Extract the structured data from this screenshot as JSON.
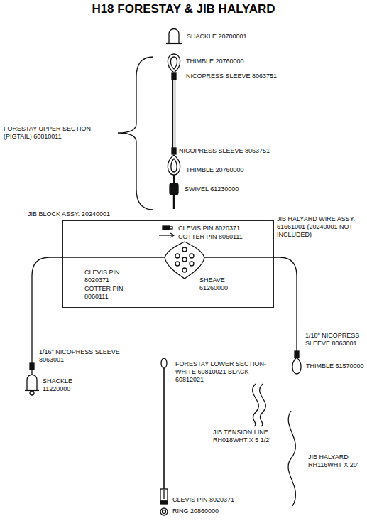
{
  "diagram": {
    "title": "H18 FORESTAY & JIB HALYARD",
    "nodes": [
      {
        "text": [
          "JIB BLOCK ASSY. 20240001",
          "CLEVIS PIN 8020371",
          "COTTER PIN 8060111",
          "CLEVIS PIN 8020371",
          "COTTER PIN 8060111",
          "SHEAVE 61260000"
        ]
      }
    ],
    "labels": [
      "SHACKLE 20700001",
      "THIMBLE 20760000",
      "NICOPRESS SLEEVE 8063751",
      "NICOPRESS SLEEVE 8063751",
      "THIMBLE 20760000",
      "SWIVEL 61230000",
      "FORESTAY UPPER SECTION (PIGTAIL) 60810011",
      "JIB HALYARD WIRE ASSY. 61661001 (20240001 NOT INCLUDED)",
      "1/18\" NICOPRESS SLEEVE 8063001",
      "THIMBLE 61570000",
      "1/16\" NICOPRESS SLEEVE 8063001",
      "SHACKLE 11220000",
      "FORESTAY LOWER SECTION- WHITE 60810021 BLACK 60812021",
      "JIB TENSION LINE RH018WHT X 5 1/2'",
      "JIB HALYARD RH116WHT X 20'",
      "CLEVIS PIN 8020371",
      "RING 20860000"
    ]
  }
}
